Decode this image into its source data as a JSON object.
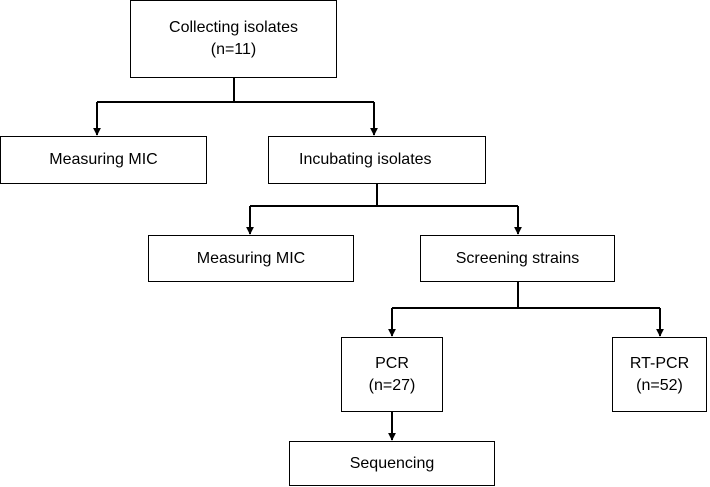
{
  "nodes": {
    "collecting": {
      "label": "Collecting isolates",
      "count": "(n=11)"
    },
    "measuring_mic_1": {
      "label": "Measuring MIC"
    },
    "incubating": {
      "label": "Incubating isolates"
    },
    "measuring_mic_2": {
      "label": "Measuring MIC"
    },
    "screening": {
      "label": "Screening strains"
    },
    "pcr": {
      "label": "PCR",
      "count": "(n=27)"
    },
    "rt_pcr": {
      "label": "RT-PCR",
      "count": "(n=52)"
    },
    "sequencing": {
      "label": "Sequencing"
    }
  },
  "edges": [
    {
      "from": "collecting",
      "to": "measuring_mic_1"
    },
    {
      "from": "collecting",
      "to": "incubating"
    },
    {
      "from": "incubating",
      "to": "measuring_mic_2"
    },
    {
      "from": "incubating",
      "to": "screening"
    },
    {
      "from": "screening",
      "to": "pcr"
    },
    {
      "from": "screening",
      "to": "rt_pcr"
    },
    {
      "from": "pcr",
      "to": "sequencing"
    }
  ],
  "colors": {
    "stroke": "#000000",
    "fill": "#ffffff"
  }
}
